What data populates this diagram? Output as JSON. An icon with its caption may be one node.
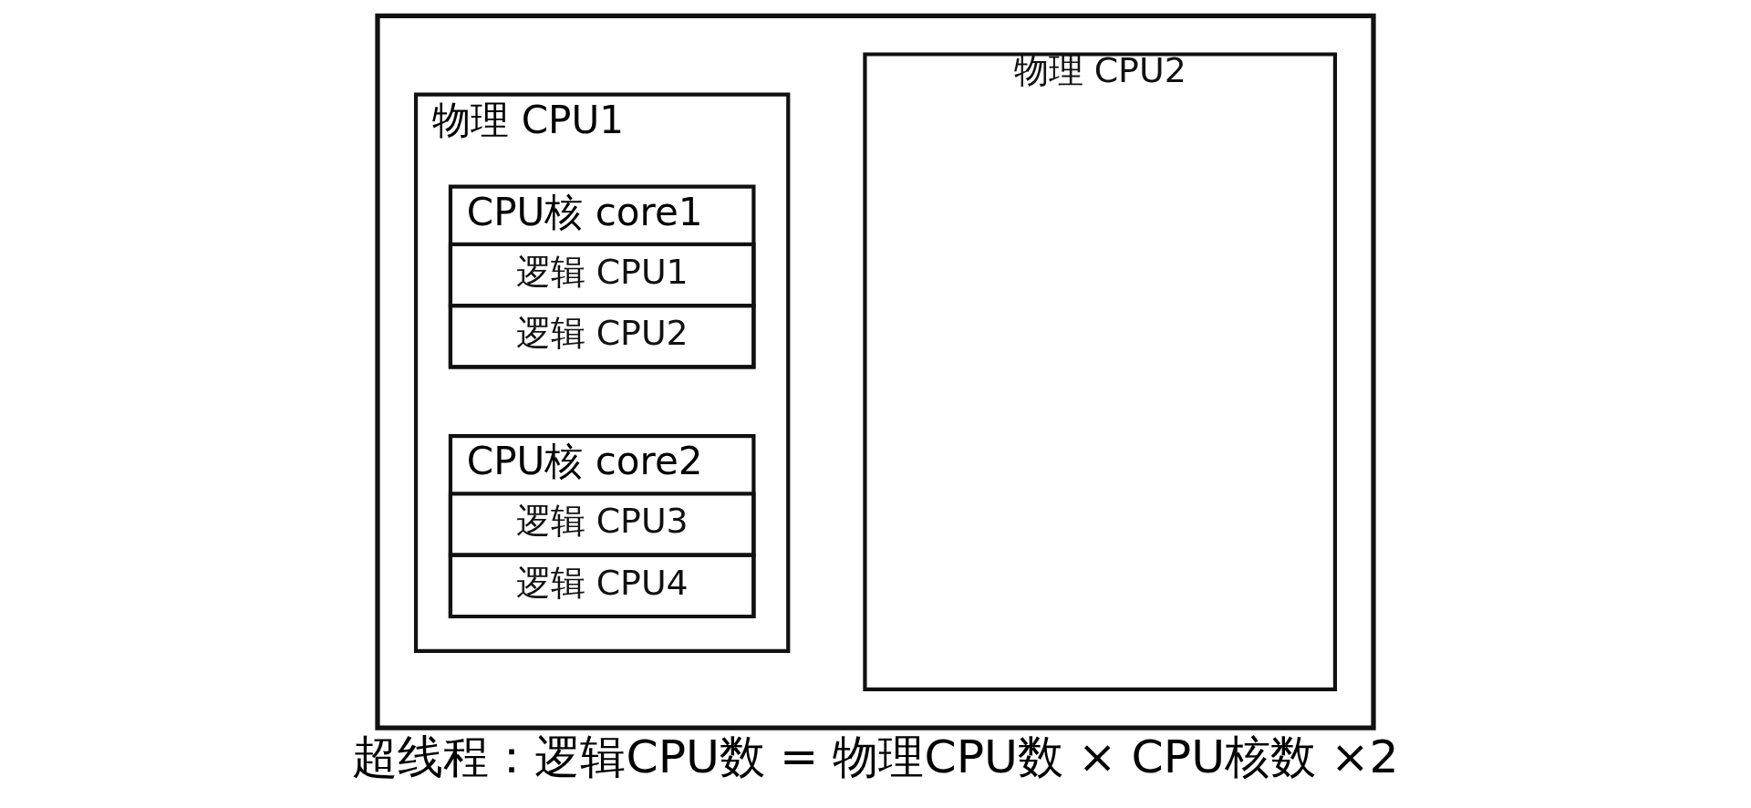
{
  "diagram": {
    "caption": "超线程：逻辑CPU数 = 物理CPU数 × CPU核数 ×2",
    "nodes": [
      {
        "text": [],
        "shape": "box"
      },
      {
        "text": [
          "物理 CPU1"
        ],
        "in": 0
      },
      {
        "text": [
          "CPU核 core1"
        ],
        "in": 1
      },
      {
        "text": [
          "逻辑 CPU1"
        ],
        "in": 2
      },
      {
        "text": [
          "逻辑 CPU2"
        ],
        "in": 2
      },
      {
        "text": [
          "CPU核 core2"
        ],
        "in": 1
      },
      {
        "text": [
          "逻辑 CPU3"
        ],
        "in": 5
      },
      {
        "text": [
          "逻辑 CPU4"
        ],
        "in": 5
      },
      {
        "text": [
          "物理 CPU2"
        ],
        "in": 0
      }
    ],
    "edges": []
  }
}
